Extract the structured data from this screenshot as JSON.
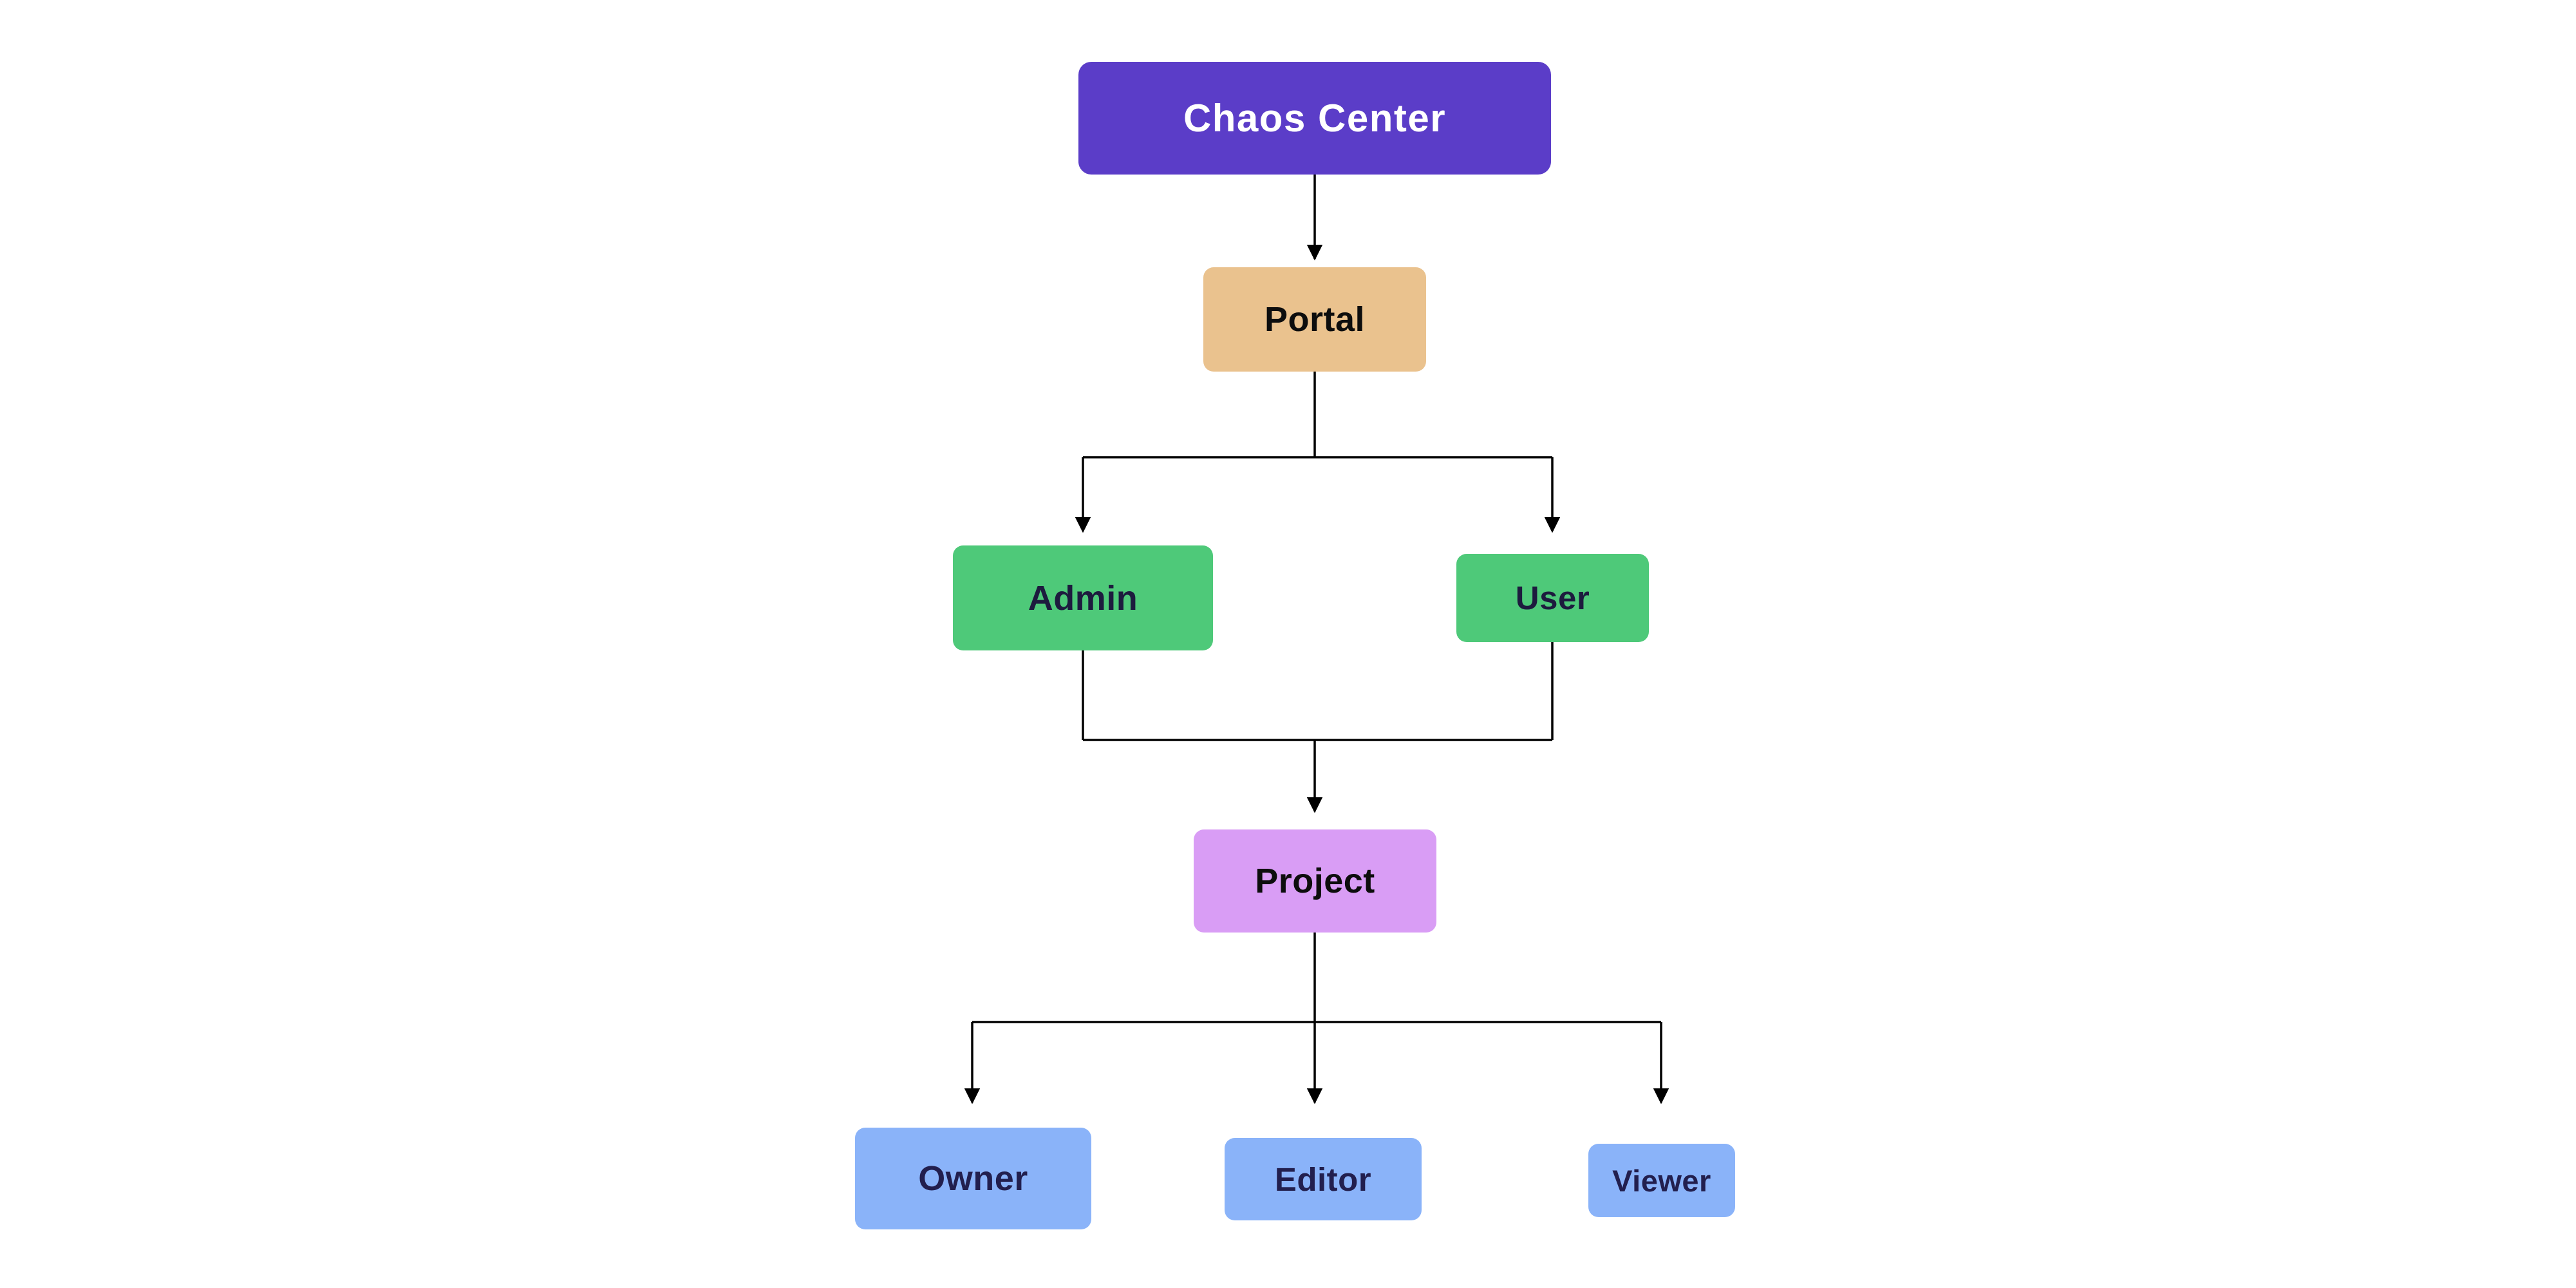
{
  "diagram": {
    "type": "flowchart-hierarchy",
    "background": "#ffffff",
    "line_color": "#000000",
    "nodes": [
      {
        "id": "chaos-center",
        "label": "Chaos Center",
        "fill": "#5b3dc8",
        "text_color": "#ffffff"
      },
      {
        "id": "portal",
        "label": "Portal",
        "fill": "#eac28e",
        "text_color": "#0d0d0d"
      },
      {
        "id": "admin",
        "label": "Admin",
        "fill": "#4ec979",
        "text_color": "#1d1b3e"
      },
      {
        "id": "user",
        "label": "User",
        "fill": "#4ec979",
        "text_color": "#1d1b3e"
      },
      {
        "id": "project",
        "label": "Project",
        "fill": "#d99df5",
        "text_color": "#0d0d0d"
      },
      {
        "id": "owner",
        "label": "Owner",
        "fill": "#8ab3f9",
        "text_color": "#221f4e"
      },
      {
        "id": "editor",
        "label": "Editor",
        "fill": "#8ab3f9",
        "text_color": "#221f4e"
      },
      {
        "id": "viewer",
        "label": "Viewer",
        "fill": "#8ab3f9",
        "text_color": "#221f4e"
      }
    ],
    "edges": [
      {
        "from": "Chaos Center",
        "to": "Portal",
        "arrow": true
      },
      {
        "from": "Portal",
        "to": "Admin",
        "arrow": true
      },
      {
        "from": "Portal",
        "to": "User",
        "arrow": true
      },
      {
        "from": "Admin",
        "to": "Project",
        "arrow": true
      },
      {
        "from": "User",
        "to": "Project",
        "arrow": true
      },
      {
        "from": "Project",
        "to": "Owner",
        "arrow": true
      },
      {
        "from": "Project",
        "to": "Editor",
        "arrow": true
      },
      {
        "from": "Project",
        "to": "Viewer",
        "arrow": true
      }
    ]
  }
}
